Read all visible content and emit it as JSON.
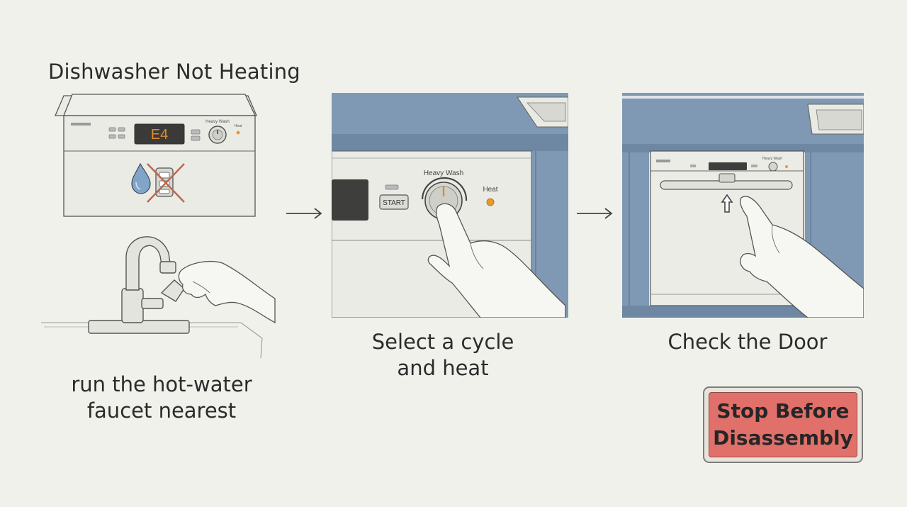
{
  "title": "Dishwasher Not Heating",
  "steps": [
    {
      "caption": "run the hot-water faucet nearest"
    },
    {
      "caption": "Select a cycle and heat"
    },
    {
      "caption": "Check the Door"
    }
  ],
  "panel1": {
    "display_code": "E4",
    "dial_label": "Heavy Wash",
    "light_label": "Heat"
  },
  "panel2": {
    "start_label": "START",
    "dial_label": "Heavy Wash",
    "light_label": "Heat"
  },
  "panel3": {
    "dial_label": "Heavy Wash"
  },
  "warning": {
    "text": "Stop Before Disassembly"
  },
  "colors": {
    "background": "#f1f1ec",
    "cabinet_blue": "#7f98b4",
    "warning_red": "#e2706a",
    "indicator_amber": "#e59a2a",
    "display_digits": "#e08a2e"
  }
}
